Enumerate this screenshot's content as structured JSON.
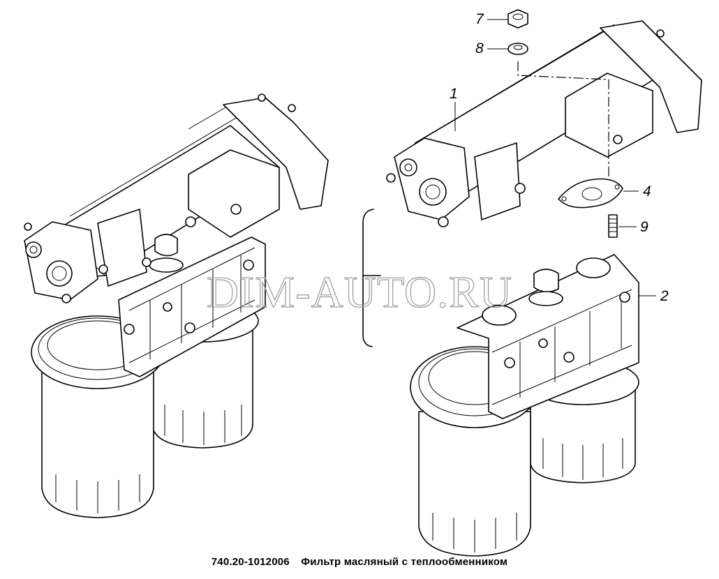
{
  "caption": {
    "part_number": "740.20-1012006",
    "title": "Фильтр масляный с  теплообменником"
  },
  "watermark": "DIM-AUTO.RU",
  "callouts": [
    {
      "id": "c7",
      "label": "7"
    },
    {
      "id": "c8",
      "label": "8"
    },
    {
      "id": "c1",
      "label": "1"
    },
    {
      "id": "c4",
      "label": "4"
    },
    {
      "id": "c9",
      "label": "9"
    },
    {
      "id": "c2",
      "label": "2"
    }
  ],
  "colors": {
    "line": "#000000",
    "watermark": "#9a9a9a",
    "background": "#ffffff"
  }
}
